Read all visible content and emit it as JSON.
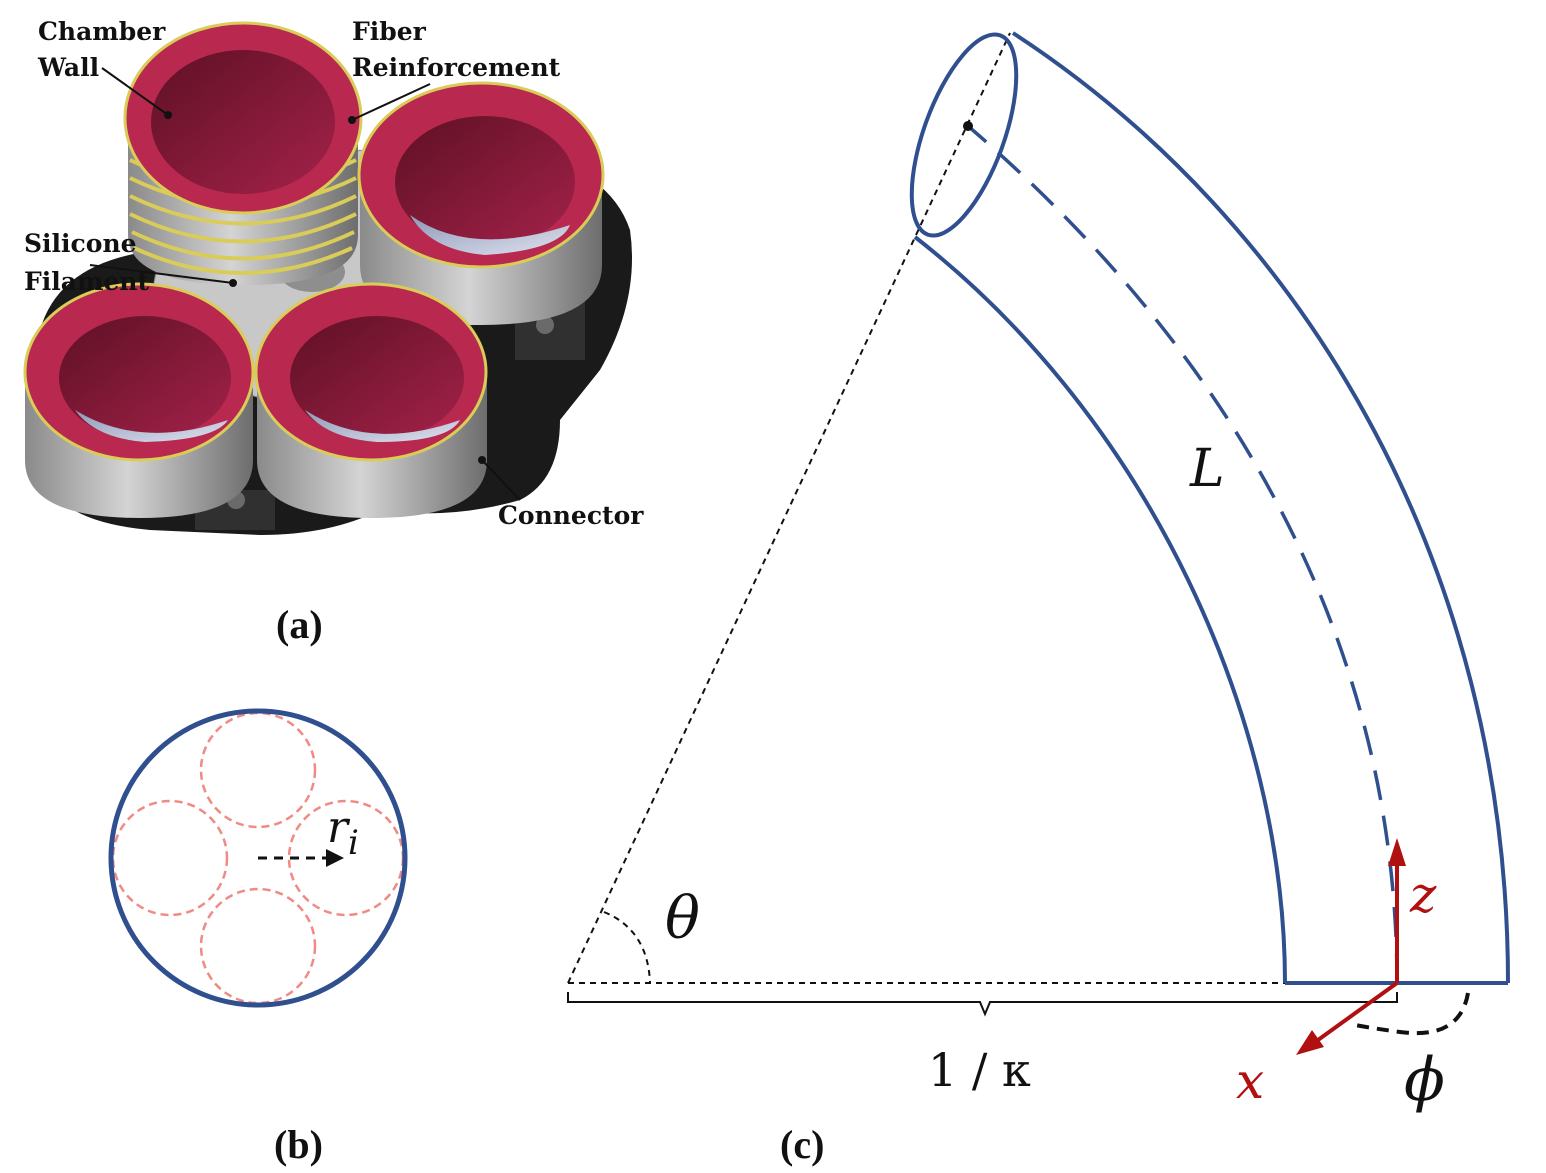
{
  "panel_a": {
    "label": "(a)",
    "callouts": {
      "chamber_wall_line1": "Chamber",
      "chamber_wall_line2": "Wall",
      "fiber_line1": "Fiber",
      "fiber_line2": "Reinforcement",
      "silicone_line1": "Silicone",
      "silicone_line2": "Filament",
      "connector": "Connector"
    }
  },
  "panel_b": {
    "label": "(b)",
    "radius_symbol": "r",
    "radius_subscript": "i"
  },
  "panel_c": {
    "label": "(c)",
    "length_symbol": "L",
    "angle_symbol": "θ",
    "curvature_label": "1 / κ",
    "axis_z": "z",
    "axis_x": "x",
    "rotation_symbol": "ϕ"
  },
  "colors": {
    "tube_outline": "#2f4f8f",
    "chamber_red": "#b8284f",
    "fiber_yellow": "#d9cc58",
    "dashed_circles": "#f08a84",
    "axis_red": "#b01010"
  }
}
